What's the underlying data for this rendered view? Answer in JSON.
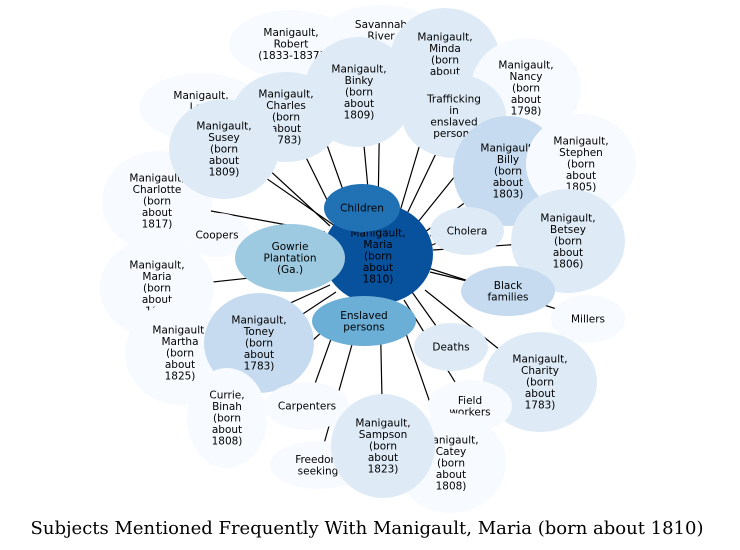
{
  "title": "Subjects Mentioned Frequently With Manigault, Maria (born about 1810)",
  "center": {
    "label": "Manigault,\nMaria\n(born\nabout\n1810)",
    "color": "#08519c"
  },
  "nodes": [
    {
      "label": "Manigault,\nMinda\n(born\nabout\n…",
      "color": "#deebf7"
    },
    {
      "label": "Savannah\nRiver",
      "color": "#f7fbff"
    },
    {
      "label": "Manigault,\nRobert\n(1833-1837)",
      "color": "#f7fbff"
    },
    {
      "label": "Manigault,\nNancy\n(born\nabout\n1798)",
      "color": "#f7fbff"
    },
    {
      "label": "Manigault,\nBinky\n(born\nabout\n1809)",
      "color": "#deebf7"
    },
    {
      "label": "Manigault,\nLe…\n(18…",
      "color": "#f7fbff"
    },
    {
      "label": "Manigault,\nCharles\n(born\nabout\n1783)",
      "color": "#deebf7"
    },
    {
      "label": "Trafficking\nin\nenslaved\npersons",
      "color": "#deebf7"
    },
    {
      "label": "Manigault,\nBilly\n(born\nabout\n1803)",
      "color": "#c6dbef"
    },
    {
      "label": "Manigault,\nStephen\n(born\nabout\n1805)",
      "color": "#f7fbff"
    },
    {
      "label": "Manigault,\nSusey\n(born\nabout\n1809)",
      "color": "#deebf7"
    },
    {
      "label": "Manigault,\nCharlotte\n(born\nabout\n1817)",
      "color": "#f7fbff"
    },
    {
      "label": "Coopers",
      "color": "#f7fbff"
    },
    {
      "label": "Children",
      "color": "#2171b5"
    },
    {
      "label": "Cholera",
      "color": "#deebf7"
    },
    {
      "label": "Manigault,\nBetsey\n(born\nabout\n1806)",
      "color": "#deebf7"
    },
    {
      "label": "Gowrie\nPlantation\n(Ga.)",
      "color": "#9ecae1"
    },
    {
      "label": "Manigault,\nMaria\n(born\nabout\n18…",
      "color": "#f7fbff"
    },
    {
      "label": "Black\nfamilies",
      "color": "#c6dbef"
    },
    {
      "label": "Millers",
      "color": "#f7fbff"
    },
    {
      "label": "Enslaved\npersons",
      "color": "#6baed6"
    },
    {
      "label": "Manigault,\nMartha\n(born\nabout\n1825)",
      "color": "#f7fbff"
    },
    {
      "label": "Manigault,\nToney\n(born\nabout\n1783)",
      "color": "#c6dbef"
    },
    {
      "label": "Deaths",
      "color": "#deebf7"
    },
    {
      "label": "Manigault,\nCharity\n(born\nabout\n1783)",
      "color": "#deebf7"
    },
    {
      "label": "Currie,\nBinah\n(born\nabout\n1808)",
      "color": "#f7fbff"
    },
    {
      "label": "Carpenters",
      "color": "#f7fbff"
    },
    {
      "label": "Field\nworkers",
      "color": "#f7fbff"
    },
    {
      "label": "Manigault,\nSampson\n(born\nabout\n1823)",
      "color": "#deebf7"
    },
    {
      "label": "Manigault,\nCatey\n(born\nabout\n1808)",
      "color": "#f7fbff"
    },
    {
      "label": "Freedom\nseeking",
      "color": "#f7fbff"
    }
  ]
}
